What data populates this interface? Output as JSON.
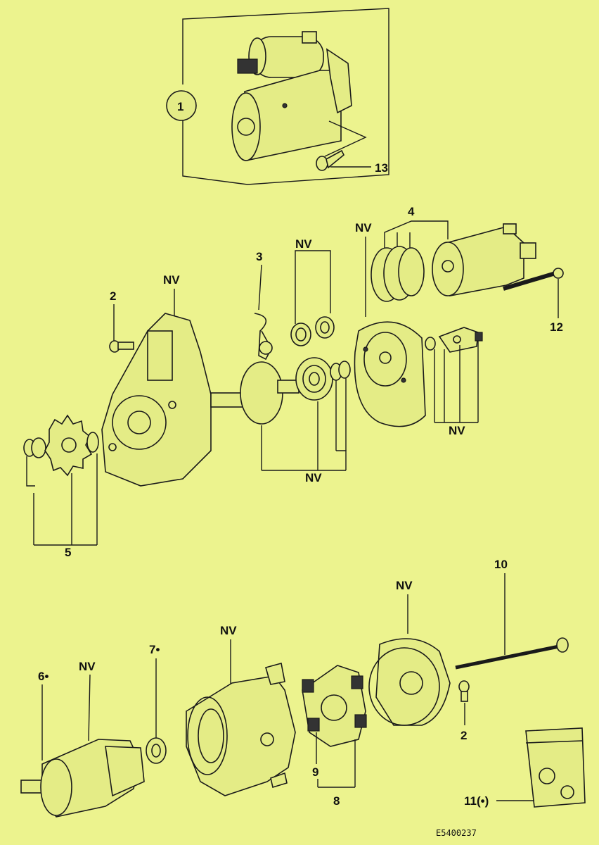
{
  "diagram": {
    "labels": {
      "assembly": "1",
      "bolt_top": "13",
      "nv_upper_housing": "NV",
      "bolt_2a": "2",
      "lever_3": "3",
      "nv_spring": "NV",
      "nv_plate": "NV",
      "solenoid_4": "4",
      "bolt_12": "12",
      "nv_gears": "NV",
      "nv_brackets": "NV",
      "pinion_5": "5",
      "armature_6": "6•",
      "nv_armature": "NV",
      "seal_7": "7•",
      "nv_yoke": "NV",
      "nv_endcap": "NV",
      "bolt_10": "10",
      "bolt_2b": "2",
      "brush_9": "9",
      "brush_8": "8",
      "kit_11": "11(•)"
    },
    "code": "E5400237"
  }
}
